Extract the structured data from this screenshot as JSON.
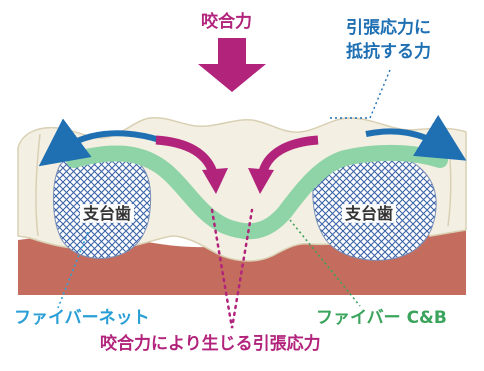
{
  "labels": {
    "occlusal_force": "咬合力",
    "resist_line1": "引張応力に",
    "resist_line2": "抵抗する力",
    "abutment_left": "支台歯",
    "abutment_right": "支台歯",
    "fiber_net": "ファイバーネット",
    "fiber_cb": "ファイバー C&B",
    "tensile_stress": "咬合力により生じる引張応力"
  },
  "colors": {
    "magenta": "#b2237c",
    "blue": "#1f6fb3",
    "cyan": "#2a9fd6",
    "green": "#3aa35c",
    "fiber_bar": "#8fd4a6",
    "gum": "#c46d5e",
    "tooth": "#f3efe2",
    "tooth_edge": "#d9d0b4",
    "mesh": "#3b63a8"
  }
}
